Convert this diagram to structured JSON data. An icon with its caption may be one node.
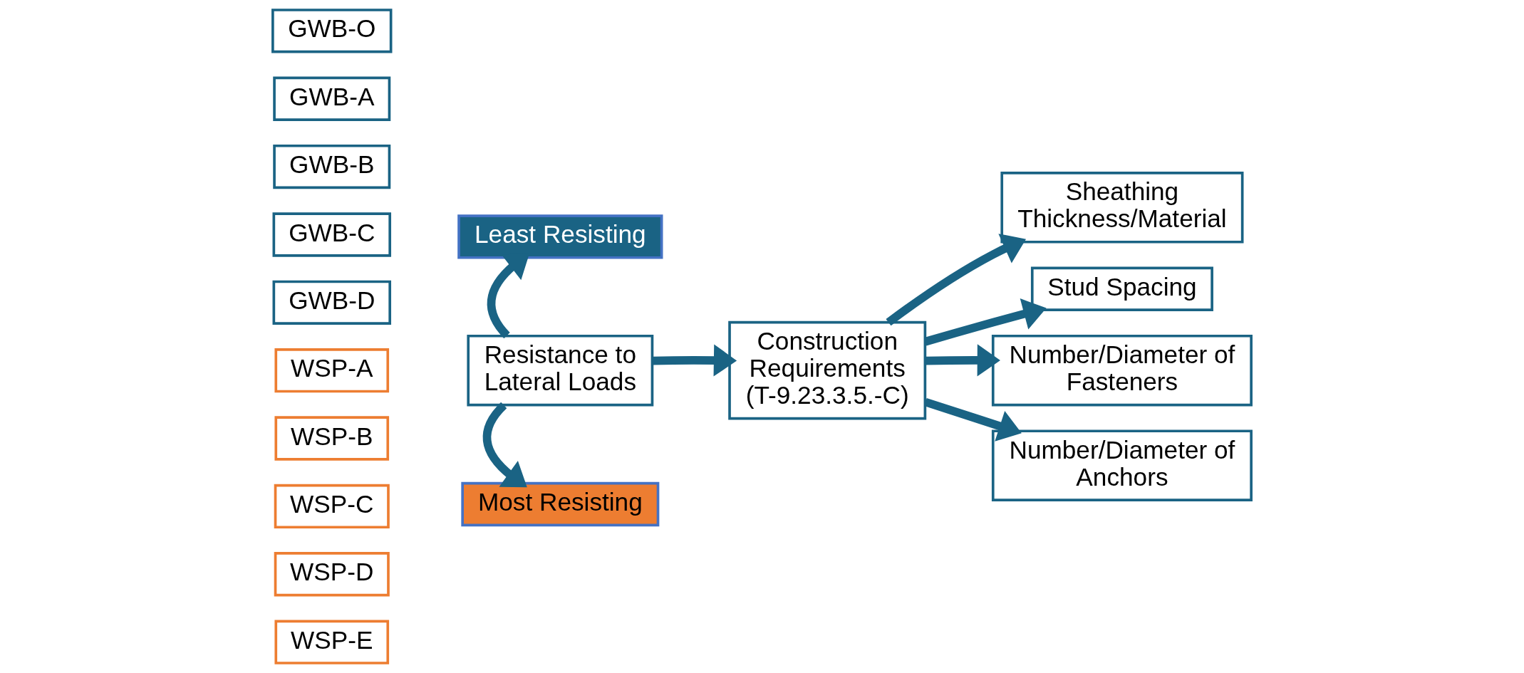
{
  "diagram": {
    "nodes": [
      {
        "text": [
          "GWB-O"
        ]
      },
      {
        "text": [
          "GWB-A"
        ]
      },
      {
        "text": [
          "GWB-B"
        ]
      },
      {
        "text": [
          "GWB-C"
        ]
      },
      {
        "text": [
          "GWB-D"
        ]
      },
      {
        "text": [
          "WSP-A"
        ]
      },
      {
        "text": [
          "WSP-B"
        ]
      },
      {
        "text": [
          "WSP-C"
        ]
      },
      {
        "text": [
          "WSP-D"
        ]
      },
      {
        "text": [
          "WSP-E"
        ]
      },
      {
        "text": [
          "Least Resisting"
        ]
      },
      {
        "text": [
          "Resistance to Lateral Loads"
        ]
      },
      {
        "text": [
          "Most Resisting"
        ]
      },
      {
        "text": [
          "Construction Requirements (T-9.23.3.5.-C)"
        ]
      },
      {
        "text": [
          "Sheathing Thickness/Material"
        ]
      },
      {
        "text": [
          "Stud Spacing"
        ]
      },
      {
        "text": [
          "Number/Diameter of Fasteners"
        ]
      },
      {
        "text": [
          "Number/Diameter of Anchors"
        ]
      }
    ],
    "edges": [
      {
        "from": 11,
        "to": 10,
        "arrow": "to"
      },
      {
        "from": 11,
        "to": 12,
        "arrow": "to"
      },
      {
        "from": 11,
        "to": 13,
        "arrow": "to"
      },
      {
        "from": 13,
        "to": 14,
        "arrow": "to"
      },
      {
        "from": 13,
        "to": 15,
        "arrow": "to"
      },
      {
        "from": 13,
        "to": 16,
        "arrow": "to"
      },
      {
        "from": 13,
        "to": 17,
        "arrow": "to"
      }
    ]
  }
}
